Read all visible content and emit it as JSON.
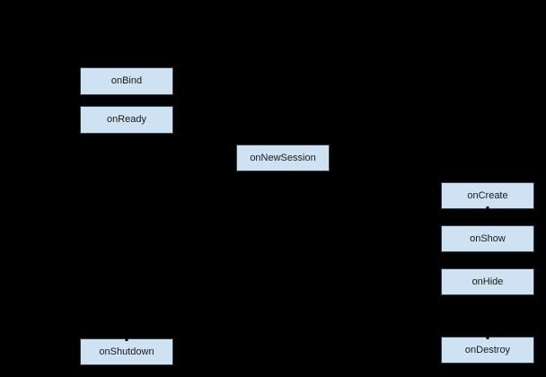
{
  "diagram": {
    "type": "lifecycle-flow-diagram",
    "colors": {
      "background": "#000000",
      "node_fill": "#cfe2f3",
      "node_border": "#39434e",
      "node_text": "#1a1a1a",
      "connector": "#000000"
    },
    "nodes": [
      {
        "label": "onBind"
      },
      {
        "label": "onReady"
      },
      {
        "label": "onNewSession"
      },
      {
        "label": "onCreate"
      },
      {
        "label": "onShow"
      },
      {
        "label": "onHide"
      },
      {
        "label": "onShutdown"
      },
      {
        "label": "onDestroy"
      }
    ]
  }
}
